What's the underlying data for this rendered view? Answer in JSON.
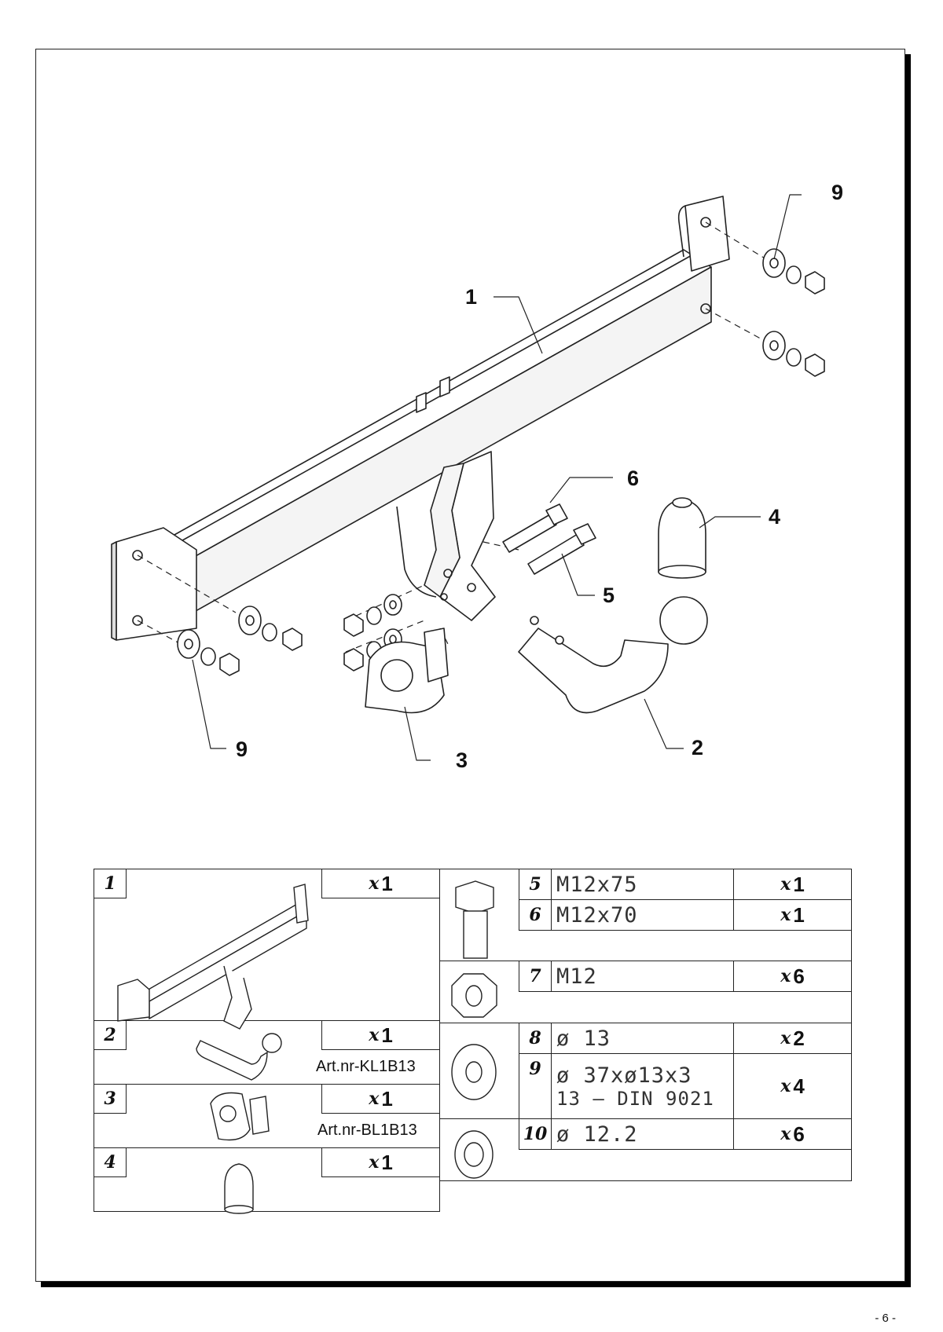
{
  "callouts": {
    "c1": "1",
    "c2": "2",
    "c3": "3",
    "c4": "4",
    "c5": "5",
    "c6": "6",
    "c9_top": "9",
    "c9_bottom": "9"
  },
  "parts_left": [
    {
      "num": "1",
      "qty_prefix": "x",
      "qty": "1",
      "art": ""
    },
    {
      "num": "2",
      "qty_prefix": "x",
      "qty": "1",
      "art": "Art.nr-KL1B13"
    },
    {
      "num": "3",
      "qty_prefix": "x",
      "qty": "1",
      "art": "Art.nr-BL1B13"
    },
    {
      "num": "4",
      "qty_prefix": "x",
      "qty": "1",
      "art": ""
    }
  ],
  "parts_right": [
    {
      "num": "5",
      "spec": "M12x75",
      "qty_prefix": "x",
      "qty": "1"
    },
    {
      "num": "6",
      "spec": "M12x70",
      "qty_prefix": "x",
      "qty": "1"
    },
    {
      "num": "7",
      "spec": "M12",
      "qty_prefix": "x",
      "qty": "6"
    },
    {
      "num": "8",
      "spec": "ø 13",
      "qty_prefix": "x",
      "qty": "2"
    },
    {
      "num": "9",
      "spec": "ø 37xø13x3",
      "spec2": "13 — DIN 9021",
      "qty_prefix": "x",
      "qty": "4"
    },
    {
      "num": "10",
      "spec": "ø 12.2",
      "qty_prefix": "x",
      "qty": "6"
    }
  ],
  "page_number": "- 6 -"
}
